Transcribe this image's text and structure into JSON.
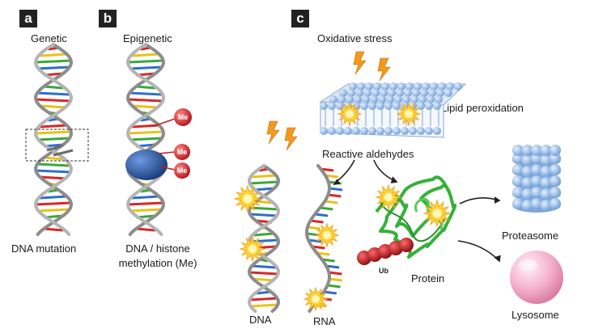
{
  "panels": {
    "a": {
      "tag": "a",
      "title": "Genetic",
      "caption": "DNA mutation"
    },
    "b": {
      "tag": "b",
      "title": "Epigenetic",
      "caption_line1": "DNA / histone",
      "caption_line2": "methylation (Me)",
      "me_label": "Me"
    },
    "c": {
      "tag": "c",
      "title": "Oxidative stress",
      "lipid_label": "Lipid peroxidation",
      "aldehydes_label": "Reactive aldehydes",
      "dna_label": "DNA",
      "rna_label": "RNA",
      "protein_label": "Protein",
      "ub_label": "Ub",
      "proteasome_label": "Proteasome",
      "lysosome_label": "Lysosome"
    }
  },
  "colors": {
    "helix_backbone": "#9a9a9a",
    "base_red": "#d62828",
    "base_yellow": "#e8c21a",
    "base_green": "#3aa83a",
    "base_blue": "#2f6fc9",
    "methyl": "#d91f26",
    "histone": "#1f4f9e",
    "bolt": "#f39a1e",
    "burst": "#ffd22e",
    "lipid_head": "#7fb0e6",
    "protein": "#35b03a",
    "ubiquitin": "#c8141b",
    "proteasome": "#9ec2ea",
    "lysosome": "#f2a9c9"
  }
}
